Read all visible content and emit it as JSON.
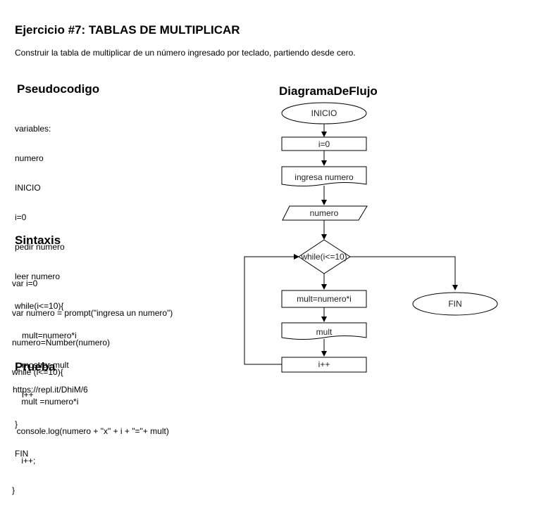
{
  "header": {
    "title": "Ejercicio #7: TABLAS DE MULTIPLICAR",
    "description": "Construir la tabla de multiplicar de un número ingresado por teclado, partiendo desde cero."
  },
  "pseudocode": {
    "heading": "Pseudocodigo",
    "lines": [
      "variables:",
      "numero",
      "INICIO",
      "i=0",
      "pedir numero",
      "leer numero",
      "while(i<=10){",
      "   mult=numero*i",
      "   mostrar mult",
      "   i++",
      "}",
      "FIN"
    ]
  },
  "syntax": {
    "heading": "Sintaxis",
    "lines": [
      "var i=0",
      "var numero = prompt(\"ingresa un numero\")",
      "numero=Number(numero)",
      "while (i<=10){",
      "    mult =numero*i",
      "  console.log(numero + \"x\" + i + \"=\"+ mult)",
      "    i++;",
      "}"
    ]
  },
  "test": {
    "heading": "Prueba",
    "link": "https://repl.it/DhiM/6"
  },
  "flowchart": {
    "heading": "DiagramaDeFlujo",
    "nodes": {
      "start": "INICIO",
      "init": "i=0",
      "prompt": "ingresa numero",
      "input": "numero",
      "loop": "while(i<=10)",
      "calc": "mult=numero*i",
      "output": "mult",
      "increment": "i++",
      "end": "FIN"
    }
  }
}
